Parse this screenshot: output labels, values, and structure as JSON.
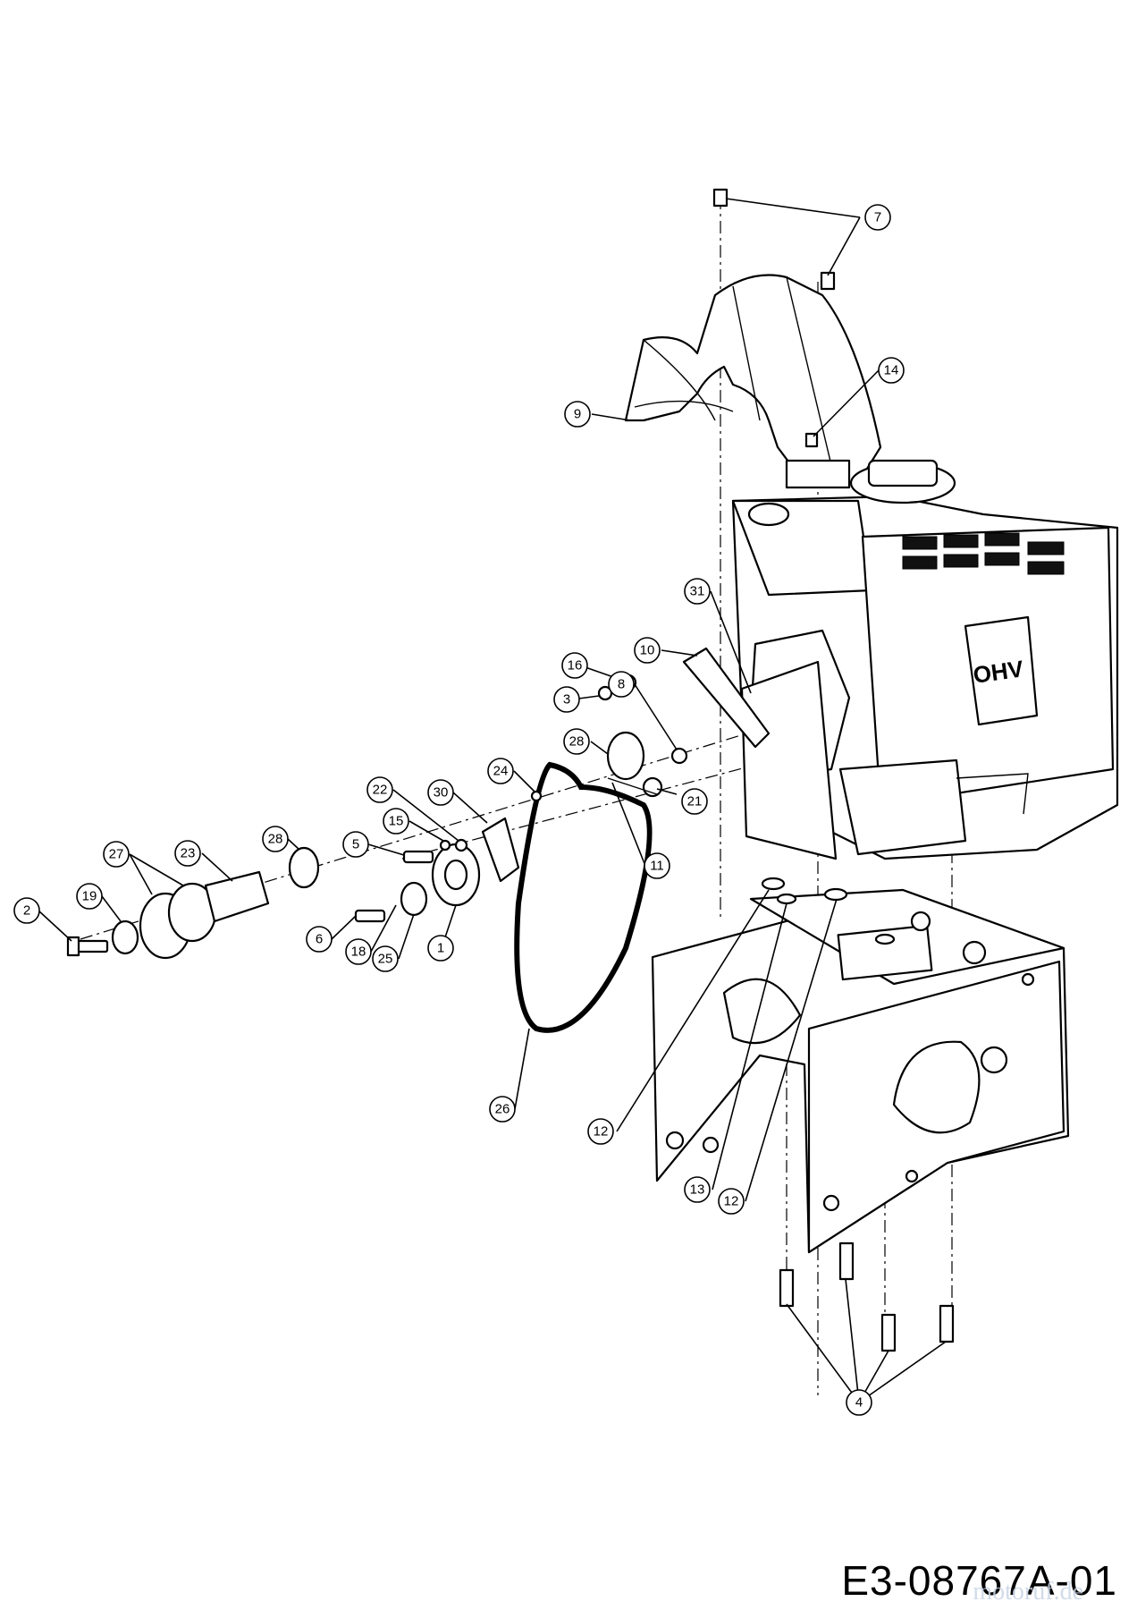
{
  "diagram": {
    "drawing_code": "E3-08767A-01",
    "watermark": "motoruf.de",
    "engine_label": "OHV",
    "callouts": [
      {
        "id": "c2",
        "label": "2"
      },
      {
        "id": "c19",
        "label": "19"
      },
      {
        "id": "c27",
        "label": "27"
      },
      {
        "id": "c23",
        "label": "23"
      },
      {
        "id": "c28a",
        "label": "28"
      },
      {
        "id": "c5",
        "label": "5"
      },
      {
        "id": "c15",
        "label": "15"
      },
      {
        "id": "c22",
        "label": "22"
      },
      {
        "id": "c30",
        "label": "30"
      },
      {
        "id": "c24",
        "label": "24"
      },
      {
        "id": "c6",
        "label": "6"
      },
      {
        "id": "c18",
        "label": "18"
      },
      {
        "id": "c25",
        "label": "25"
      },
      {
        "id": "c1",
        "label": "1"
      },
      {
        "id": "c26",
        "label": "26"
      },
      {
        "id": "c16",
        "label": "16"
      },
      {
        "id": "c3",
        "label": "3"
      },
      {
        "id": "c28b",
        "label": "28"
      },
      {
        "id": "c8",
        "label": "8"
      },
      {
        "id": "c10",
        "label": "10"
      },
      {
        "id": "c31",
        "label": "31"
      },
      {
        "id": "c21",
        "label": "21"
      },
      {
        "id": "c11",
        "label": "11"
      },
      {
        "id": "c9",
        "label": "9"
      },
      {
        "id": "c7",
        "label": "7"
      },
      {
        "id": "c14",
        "label": "14"
      },
      {
        "id": "c12a",
        "label": "12"
      },
      {
        "id": "c13",
        "label": "13"
      },
      {
        "id": "c12b",
        "label": "12"
      },
      {
        "id": "c4",
        "label": "4"
      }
    ]
  }
}
